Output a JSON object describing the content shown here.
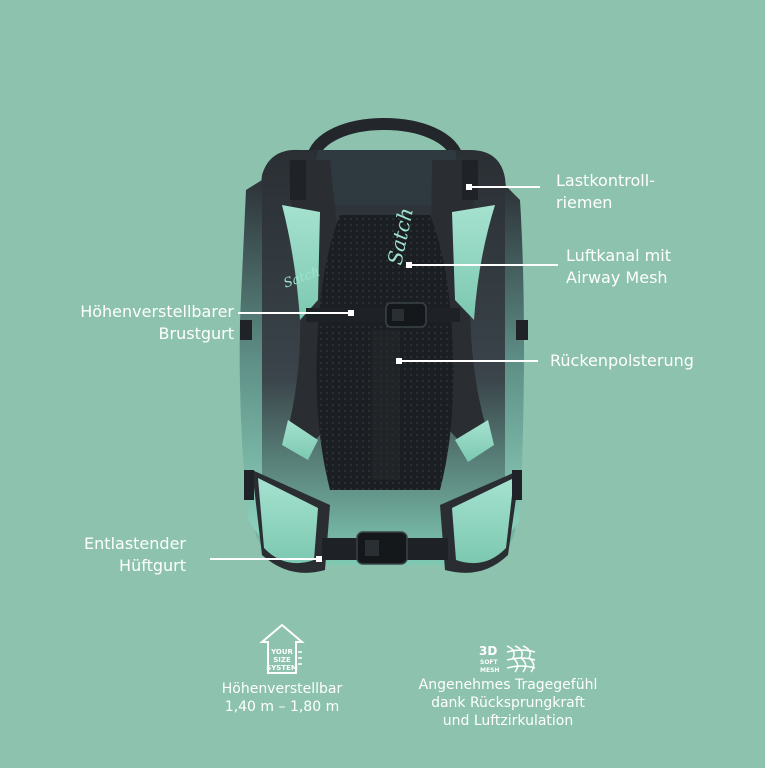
{
  "colors": {
    "background": "#8cc2ae",
    "bag_dark": "#2c3136",
    "bag_mint": "#8ed3bd",
    "bag_mesh": "#1d2024",
    "label_text": "#ffffff"
  },
  "bag": {
    "logo_text": "Satch",
    "logo_text_side": "Satch"
  },
  "labels": {
    "lastkontroll": [
      "Lastkontroll-",
      "riemen"
    ],
    "luftkanal": [
      "Luftkanal mit",
      "Airway Mesh"
    ],
    "brustgurt": [
      "Höhenverstellbarer",
      "Brustgurt"
    ],
    "ruecken": [
      "Rückenpolsterung"
    ],
    "hueftgurt": [
      "Entlastender",
      "Hüftgurt"
    ]
  },
  "features": [
    {
      "icon": "house-arrow-icon",
      "icon_text": [
        "YOUR",
        "SIZE",
        "SYSTEM"
      ],
      "lines": [
        "Höhenverstellbar",
        "1,40 m – 1,80 m"
      ]
    },
    {
      "icon": "mesh-icon",
      "icon_text": [
        "3D",
        "SOFT",
        "MESH"
      ],
      "lines": [
        "Angenehmes Tragegefühl",
        "dank Rücksprungkraft",
        "und Luftzirkulation"
      ]
    }
  ]
}
